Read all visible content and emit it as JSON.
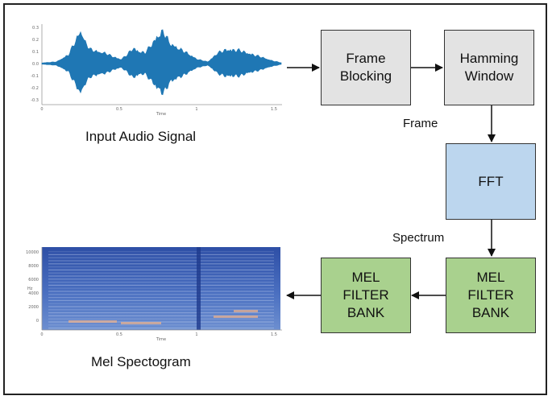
{
  "blocks": {
    "frame_blocking": "Frame\nBlocking",
    "hamming_window": "Hamming\nWindow",
    "fft": "FFT",
    "mel_filter_bank_1": "MEL\nFILTER\nBANK",
    "mel_filter_bank_2": "MEL\nFILTER\nBANK"
  },
  "edge_labels": {
    "frame": "Frame",
    "spectrum": "Spectrum"
  },
  "captions": {
    "input_audio": "Input Audio Signal",
    "mel_spectrogram": "Mel Spectogram"
  },
  "waveform_axis": {
    "y_ticks": [
      "0.3",
      "0.2",
      "0.1",
      "0.0",
      "-0.1",
      "-0.2",
      "-0.3"
    ],
    "x_ticks": [
      "0",
      "0.5",
      "1",
      "1.5"
    ],
    "x_label": "Time"
  },
  "spectrogram_axis": {
    "y_ticks": [
      "10000",
      "8000",
      "6000",
      "4000",
      "2000",
      "0"
    ],
    "x_ticks": [
      "0",
      "0.5",
      "1",
      "1.5"
    ],
    "x_label": "Time",
    "y_label": "Hz"
  },
  "colors": {
    "waveform": "#1f77b4",
    "spectrogram_bg": "#3b5bb0",
    "block_gray": "#e3e3e3",
    "block_blue": "#bcd6ee",
    "block_green": "#a9d18e"
  }
}
